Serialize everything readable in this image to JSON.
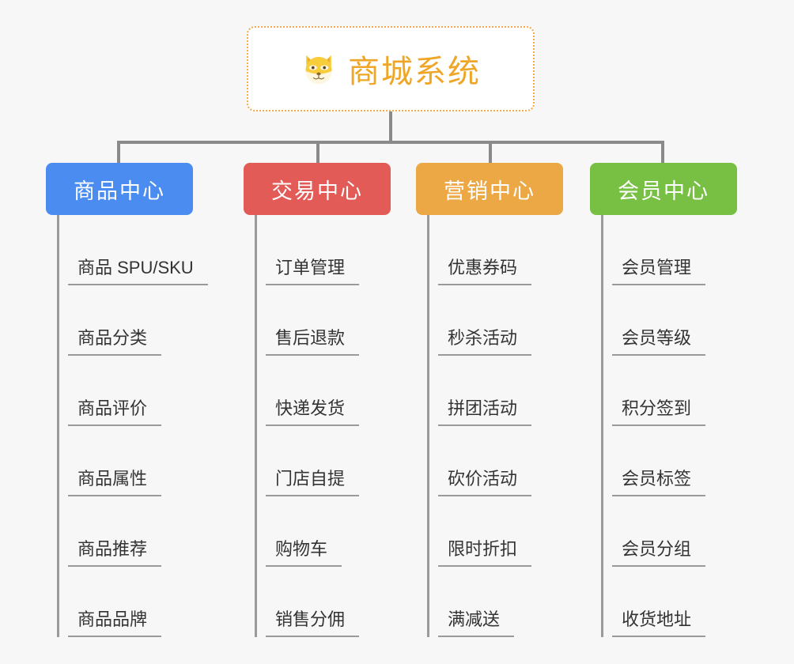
{
  "background_color": "#f7f7f7",
  "root": {
    "title": "商城系统",
    "icon": "shiba-dog-face-icon",
    "border_color": "#f0a94a",
    "text_color": "#efa627",
    "background_color": "#ffffff"
  },
  "columns": [
    {
      "title": "商品中心",
      "color": "#4a8cf0",
      "items": [
        "商品 SPU/SKU",
        "商品分类",
        "商品评价",
        "商品属性",
        "商品推荐",
        "商品品牌"
      ]
    },
    {
      "title": "交易中心",
      "color": "#e25b56",
      "items": [
        "订单管理",
        "售后退款",
        "快递发货",
        "门店自提",
        "购物车",
        "销售分佣"
      ]
    },
    {
      "title": "营销中心",
      "color": "#eba845",
      "items": [
        "优惠券码",
        "秒杀活动",
        "拼团活动",
        "砍价活动",
        "限时折扣",
        "满减送"
      ]
    },
    {
      "title": "会员中心",
      "color": "#78c043",
      "items": [
        "会员管理",
        "会员等级",
        "积分签到",
        "会员标签",
        "会员分组",
        "收货地址"
      ]
    }
  ],
  "connector_color": "#8a8a8a",
  "leaf_text_color": "#333333",
  "leaf_rule_color": "#9a9a9a"
}
